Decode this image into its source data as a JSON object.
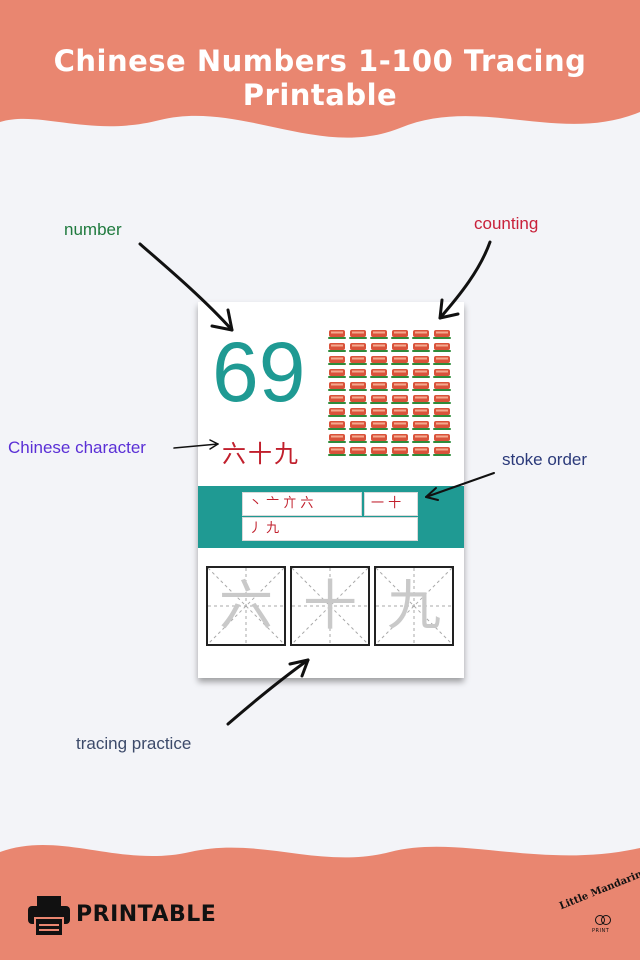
{
  "header": {
    "title": "Chinese Numbers 1-100 Tracing Printable"
  },
  "annotations": {
    "number": "number",
    "counting": "counting",
    "chinese_character": "Chinese character",
    "stroke_order": "stoke order",
    "tracing_practice": "tracing practice"
  },
  "card": {
    "number": "69",
    "chinese": "六十九",
    "stroke_order": {
      "box1": "丶 亠 亣 六",
      "box2": "一 十",
      "box3": "丿 九"
    },
    "tracing": [
      "六",
      "十",
      "九"
    ]
  },
  "footer": {
    "printable_label": "PRINTABLE",
    "logo_line1": "Little Mandarin",
    "logo_line2": "PRINT"
  },
  "colors": {
    "header_bg": "#e98670",
    "teal": "#1f9a93",
    "red_char": "#c11f2c",
    "annot_number": "#1f7a3e",
    "annot_counting": "#c8203a",
    "annot_chinese": "#5a2fd6",
    "annot_stroke": "#2b3a7a",
    "annot_tracing": "#3c4a6a"
  }
}
